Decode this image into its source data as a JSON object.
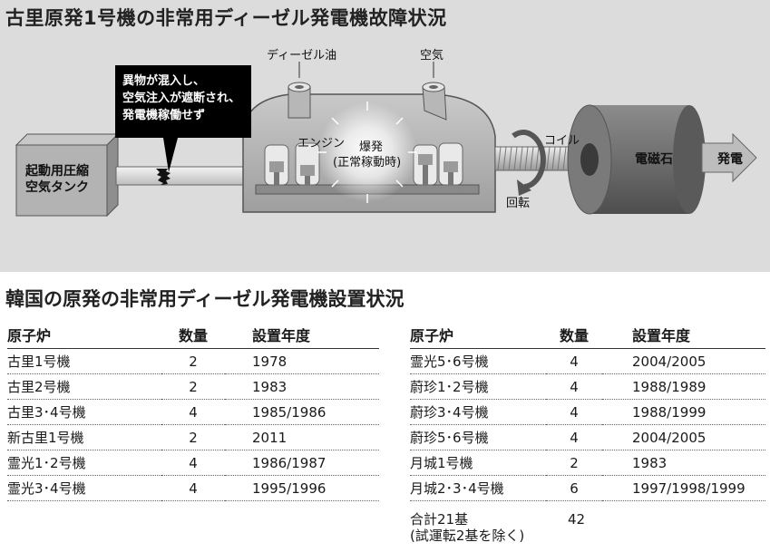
{
  "diagram": {
    "title": "古里原発1号機の非常用ディーゼル発電機故障状況",
    "callout_lines": [
      "異物が混入し、",
      "空気注入が遮断され、",
      "発電機稼働せず"
    ],
    "tank_lines": [
      "起動用圧縮",
      "空気タンク"
    ],
    "diesel_oil": "ディーゼル油",
    "air": "空気",
    "engine": "エンジン",
    "explosion": "爆発",
    "normal_operation": "(正常稼動時)",
    "coil": "コイル",
    "rotation": "回転",
    "magnet": "電磁石",
    "power_generation": "発電"
  },
  "table": {
    "title": "韓国の原発の非常用ディーゼル発電機設置状況",
    "headers": {
      "reactor": "原子炉",
      "quantity": "数量",
      "year": "設置年度"
    },
    "left_rows": [
      {
        "reactor": "古里1号機",
        "qty": "2",
        "year": "1978"
      },
      {
        "reactor": "古里2号機",
        "qty": "2",
        "year": "1983"
      },
      {
        "reactor": "古里3･4号機",
        "qty": "4",
        "year": "1985/1986"
      },
      {
        "reactor": "新古里1号機",
        "qty": "2",
        "year": "2011"
      },
      {
        "reactor": "霊光1･2号機",
        "qty": "4",
        "year": "1986/1987"
      },
      {
        "reactor": "霊光3･4号機",
        "qty": "4",
        "year": "1995/1996"
      }
    ],
    "right_rows": [
      {
        "reactor": "霊光5･6号機",
        "qty": "4",
        "year": "2004/2005"
      },
      {
        "reactor": "蔚珍1･2号機",
        "qty": "4",
        "year": "1988/1989"
      },
      {
        "reactor": "蔚珍3･4号機",
        "qty": "4",
        "year": "1988/1999"
      },
      {
        "reactor": "蔚珍5･6号機",
        "qty": "4",
        "year": "2004/2005"
      },
      {
        "reactor": "月城1号機",
        "qty": "2",
        "year": "1983"
      },
      {
        "reactor": "月城2･3･4号機",
        "qty": "6",
        "year": "1997/1998/1999"
      }
    ],
    "total_line1": "合計21基",
    "total_line2": "(試運転2基を除く)",
    "total_qty": "42"
  }
}
